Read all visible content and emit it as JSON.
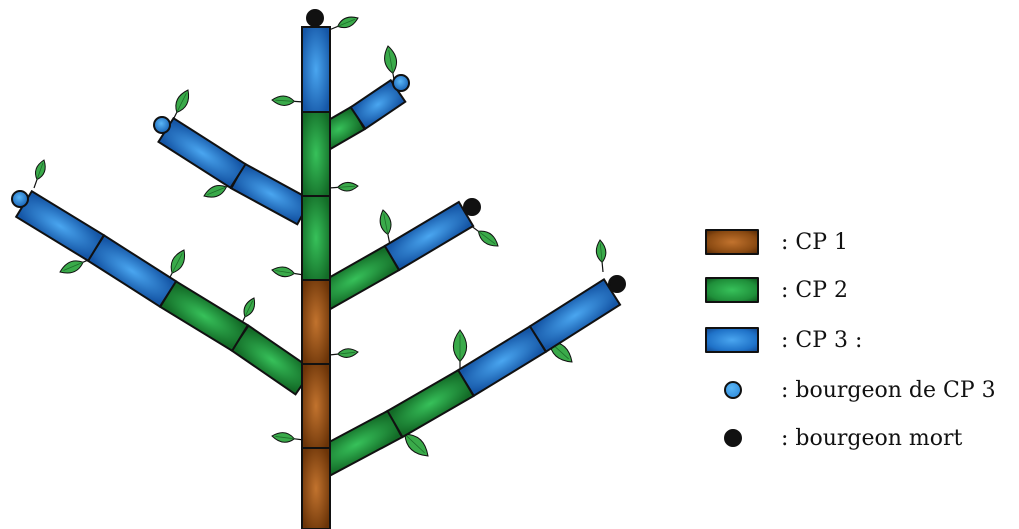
{
  "colors": {
    "cp1": "#8a4a12",
    "cp2": "#1f8f3a",
    "cp3": "#1f72c8",
    "bud_cp3": "#2a86d8",
    "bud_dead": "#111111",
    "leaf": "#3aaa4a",
    "outline": "#111111"
  },
  "legend": {
    "cp1_label": ": CP 1",
    "cp2_label": ": CP 2",
    "cp3_label": ": CP 3 :",
    "bud_cp3_label": ": bourgeon de CP 3",
    "bud_dead_label": ": bourgeon mort"
  }
}
